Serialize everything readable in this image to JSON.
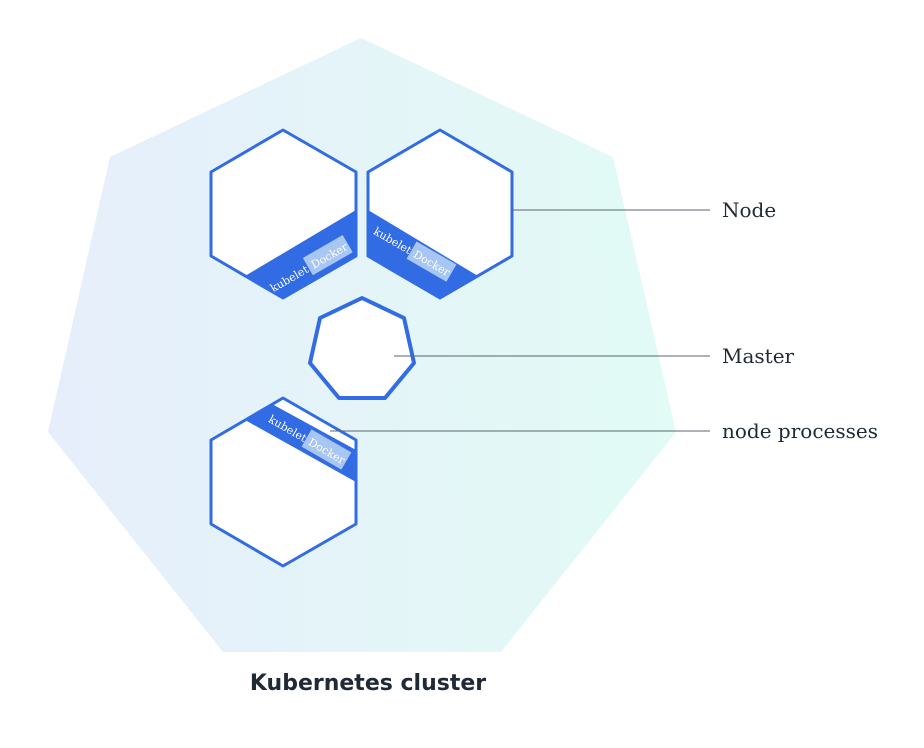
{
  "title": "Kubernetes cluster",
  "labels": {
    "node": "Node",
    "master": "Master",
    "node_processes": "node processes"
  },
  "process_labels": {
    "kubelet": "kubelet",
    "docker": "Docker"
  },
  "colors": {
    "cluster_gradient_left": "#e6eefb",
    "cluster_gradient_right": "#e2fbf5",
    "node_stroke": "#326ce5",
    "kubelet_band": "#326ce5",
    "docker_box": "#a8c6f2",
    "leader_line": "#5a6470",
    "text": "#1f2a36"
  }
}
